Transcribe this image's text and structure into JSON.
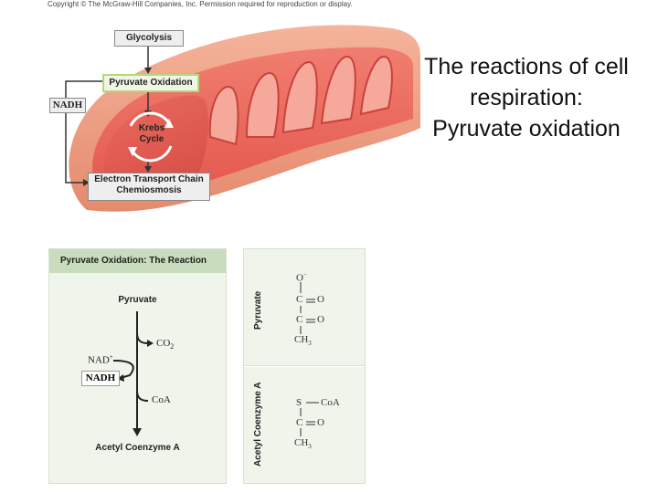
{
  "copyright": "Copyright © The McGraw-Hill Companies, Inc. Permission required for reproduction or display.",
  "title": "The reactions of cell respiration: Pyruvate oxidation",
  "mitochondrion_diagram": {
    "glycolysis": "Glycolysis",
    "pyruvate_oxidation": "Pyruvate Oxidation",
    "nadh": "NADH",
    "krebs_line1": "Krebs",
    "krebs_line2": "Cycle",
    "etc_line1": "Electron Transport Chain",
    "etc_line2": "Chemiosmosis"
  },
  "reaction_panel": {
    "heading": "Pyruvate Oxidation: The Reaction",
    "reactant": "Pyruvate",
    "co2": "CO",
    "co2_sub": "2",
    "nad_plus": "NAD",
    "nad_sup": "+",
    "nadh": "NADH",
    "coa": "CoA",
    "product": "Acetyl Coenzyme A"
  },
  "structures": {
    "pyruvate_label": "Pyruvate",
    "acetyl_label": "Acetyl Coenzyme A",
    "pyr_o_minus": "O",
    "pyr_minus": "−",
    "pyr_c1": "C",
    "pyr_o1": "O",
    "pyr_c2": "C",
    "pyr_o2": "O",
    "pyr_ch3": "CH",
    "pyr_ch3_sub": "3",
    "acc_s": "S",
    "acc_coa": "CoA",
    "acc_c": "C",
    "acc_o": "O",
    "acc_ch3": "CH",
    "acc_ch3_sub": "3"
  },
  "colors": {
    "mito_outer": "#e9967a",
    "mito_inner": "#d9534f",
    "panel_bg": "#f0f5ec",
    "panel_head": "#c9dcbd",
    "highlight_box": "#b5d77a"
  }
}
